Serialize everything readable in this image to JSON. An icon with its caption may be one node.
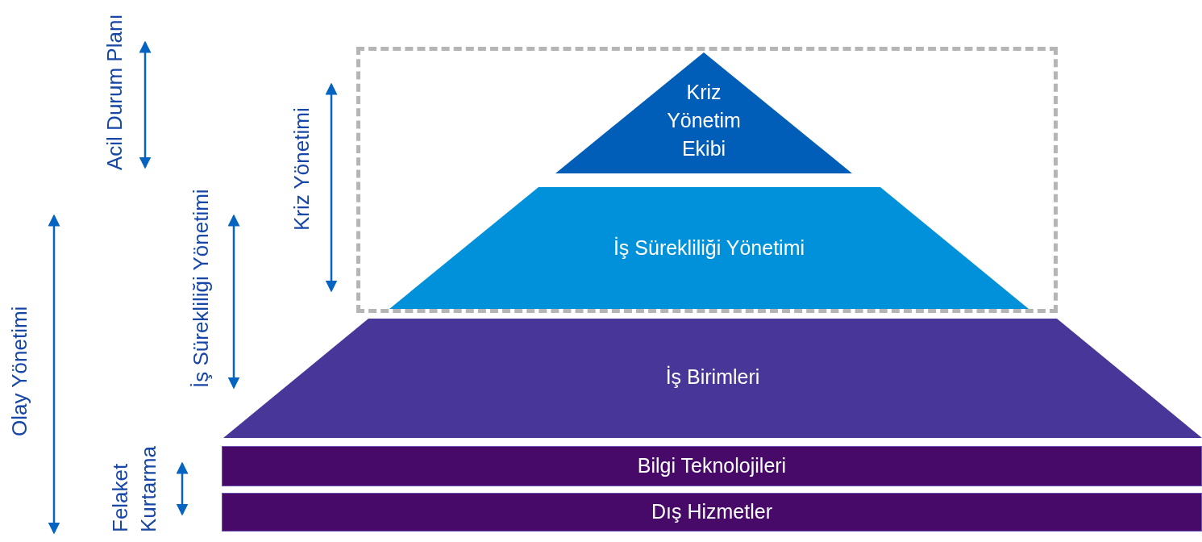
{
  "diagram": {
    "nodes": [
      {
        "text": [],
        "shape": "box"
      },
      {
        "text": [
          "Kriz Yönetim Ekibi"
        ],
        "in": 0
      },
      {
        "text": [
          "İş Sürekliliği Yönetimi"
        ],
        "in": 0
      },
      {
        "text": [
          "İş Birimleri"
        ]
      },
      {
        "text": [
          "Bilgi Teknolojileri"
        ]
      },
      {
        "text": [
          "Dış Hizmetler"
        ]
      }
    ],
    "labels": [
      "Acil Durum Planı",
      "Kriz Yönetimi",
      "İş Sürekliliği Yönetimi",
      "Olay Yönetimi",
      "Felaket Kurtarma"
    ]
  }
}
